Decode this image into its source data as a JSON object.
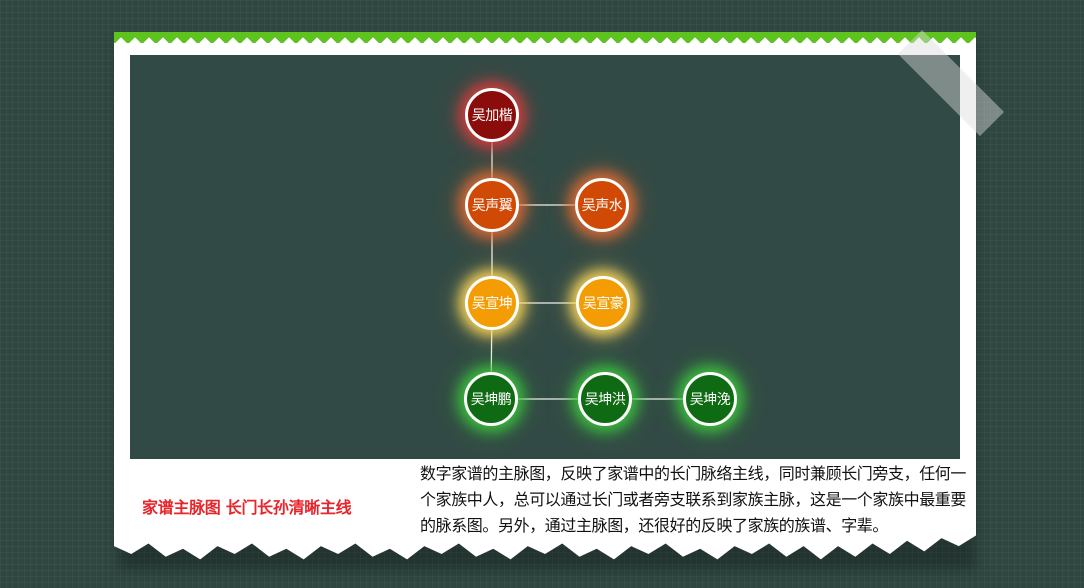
{
  "colors": {
    "accent_green": "#5fc31f",
    "caption_red": "#e8252b",
    "gen1": "#8b0d0b",
    "gen2": "#d14a05",
    "gen3": "#f39c03",
    "gen4": "#0f6b13"
  },
  "diagram": {
    "nodes": [
      {
        "id": "n1",
        "label": "吴加楷",
        "color": "#8b0d0b",
        "glow": "rgba(220,60,60,0.8)"
      },
      {
        "id": "n2",
        "label": "吴声翼",
        "color": "#d14a05",
        "glow": "rgba(240,110,50,0.75)"
      },
      {
        "id": "n3",
        "label": "吴声水",
        "color": "#d14a05",
        "glow": "rgba(240,110,50,0.75)"
      },
      {
        "id": "n4",
        "label": "吴宣坤",
        "color": "#f39c03",
        "glow": "rgba(255,215,90,0.85)"
      },
      {
        "id": "n5",
        "label": "吴宣豪",
        "color": "#f39c03",
        "glow": "rgba(255,215,90,0.85)"
      },
      {
        "id": "n6",
        "label": "吴坤鹏",
        "color": "#0f6b13",
        "glow": "rgba(60,200,60,0.8)"
      },
      {
        "id": "n7",
        "label": "吴坤洪",
        "color": "#0f6b13",
        "glow": "rgba(60,200,60,0.8)"
      },
      {
        "id": "n8",
        "label": "吴坤浼",
        "color": "#0f6b13",
        "glow": "rgba(60,200,60,0.8)"
      }
    ],
    "edges": [
      [
        "n1",
        "n2"
      ],
      [
        "n2",
        "n3"
      ],
      [
        "n2",
        "n4"
      ],
      [
        "n4",
        "n5"
      ],
      [
        "n4",
        "n6"
      ],
      [
        "n6",
        "n7"
      ],
      [
        "n7",
        "n8"
      ]
    ]
  },
  "caption": {
    "title": "家谱主脉图 长门长孙清晰主线",
    "description": "数字家谱的主脉图，反映了家谱中的长门脉络主线，同时兼顾长门旁支，任何一个家族中人，总可以通过长门或者旁支联系到家族主脉，这是一个家族中最重要的脉系图。另外，通过主脉图，还很好的反映了家族的族谱、字辈。"
  }
}
